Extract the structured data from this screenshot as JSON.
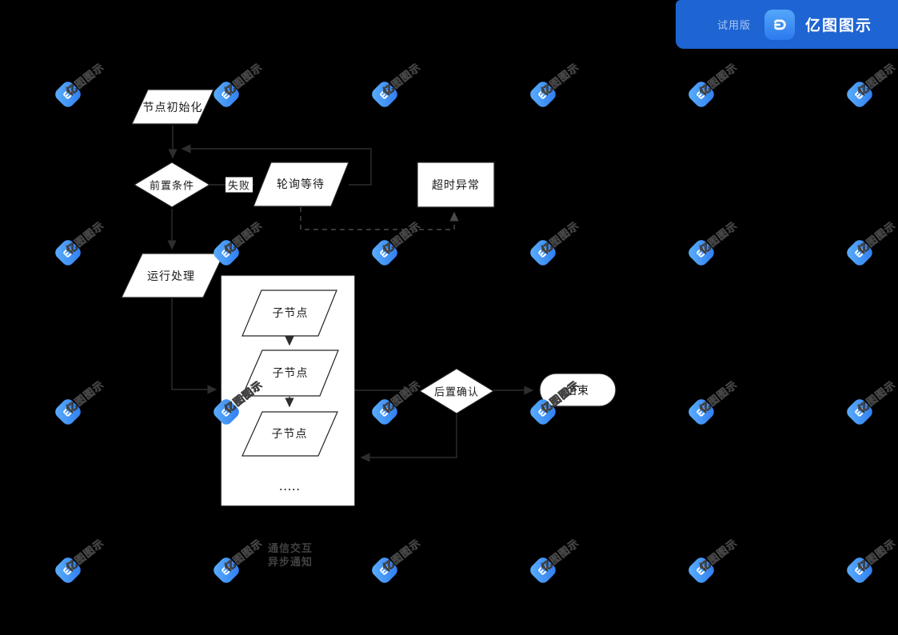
{
  "app": {
    "trial_badge": {
      "trial_label": "试用版",
      "app_name": "亿图图示"
    },
    "watermark": {
      "text": "亿图图示"
    }
  },
  "flowchart": {
    "nodes": {
      "init": "节点初始化",
      "precondition": "前置条件",
      "fail_label": "失败",
      "polling_wait": "轮询等待",
      "timeout_exception": "超时异常",
      "run_process": "运行处理",
      "child_node_1": "子节点",
      "child_node_2": "子节点",
      "child_node_3": "子节点",
      "ellipsis": ".....",
      "post_confirm": "后置确认",
      "end": "结束"
    },
    "legend": {
      "line1": "通信交互",
      "line2": "异步通知"
    }
  },
  "colors": {
    "background": "#000000",
    "shape_fill": "#ffffff",
    "shape_border": "#242424",
    "connector": "#2e2e2e",
    "dashed_connector": "#4a4a4a",
    "legend_text": "#424242",
    "watermark_text": "#4a4a4a",
    "watermark_icon_from": "#5db1fc",
    "watermark_icon_to": "#2d7bf0",
    "badge_background": "#1e64d2",
    "badge_trial_text": "#abc9f3",
    "badge_title_text": "#ffffff"
  }
}
